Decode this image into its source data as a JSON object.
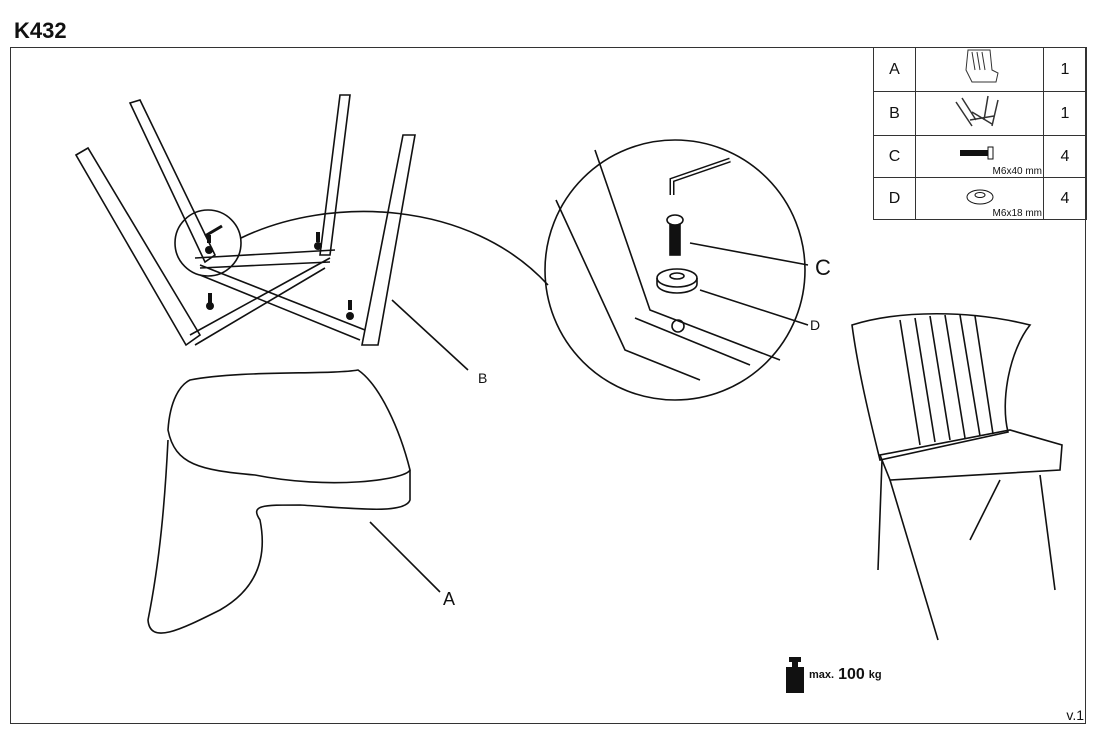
{
  "title": "K432",
  "parts": [
    {
      "letter": "A",
      "icon": "seat-icon",
      "size": "",
      "qty": "1"
    },
    {
      "letter": "B",
      "icon": "leg-frame-icon",
      "size": "",
      "qty": "1"
    },
    {
      "letter": "C",
      "icon": "bolt-icon",
      "size": "M6x40 mm",
      "qty": "4"
    },
    {
      "letter": "D",
      "icon": "washer-icon",
      "size": "M6x18 mm",
      "qty": "4"
    }
  ],
  "callouts": {
    "a": "A",
    "b": "B",
    "c": "C",
    "d": "D"
  },
  "load": {
    "prefix": "max.",
    "value": "100",
    "unit": "kg"
  },
  "version": "v.1"
}
